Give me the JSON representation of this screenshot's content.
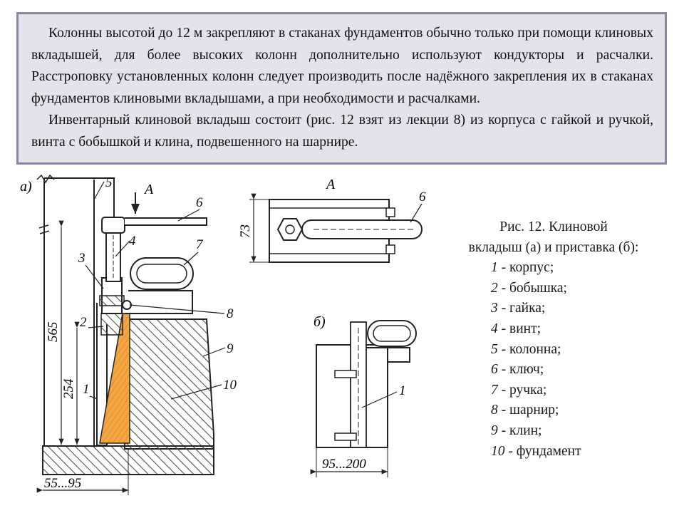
{
  "text_block": {
    "para1": "Колонны высотой до 12 м закрепляют в стаканах фундаментов обычно только при помощи клиновых вкладышей, для более высоких колонн дополнительно используют кондукторы и расчалки. Расстроповку установленных колонн следует производить после надёжного закрепления их в стаканах фундаментов клиновыми вкладышами, а при необходимости и расчалками.",
    "para2": "Инвентарный клиновой вкладыш состоит (рис. 12 взят из лекции 8) из корпуса с гайкой и ручкой, винта с бобышкой и клина, подвешенного на шарнире."
  },
  "figure": {
    "view_a_label": "а)",
    "view_b_label": "б)",
    "section_label": "А",
    "arrow_label": "А",
    "dim_565": "565",
    "dim_254": "254",
    "dim_73": "73",
    "dim_55_95": "55...95",
    "dim_95_200": "95...200",
    "callouts_a": [
      "1",
      "2",
      "3",
      "4",
      "5",
      "6",
      "7",
      "8",
      "9",
      "10"
    ],
    "callout_top_6": "6",
    "callout_b_1": "1"
  },
  "caption": {
    "title_line1": "Рис. 12. Клиновой",
    "title_line2": "вкладыш (а) и приставка (б):",
    "items": [
      {
        "num": "1",
        "text": " - корпус;"
      },
      {
        "num": "2",
        "text": " - бобышка;"
      },
      {
        "num": "3",
        "text": " - гайка;"
      },
      {
        "num": "4",
        "text": " - винт;"
      },
      {
        "num": "5",
        "text": " - колонна;"
      },
      {
        "num": "6",
        "text": " - ключ;"
      },
      {
        "num": "7",
        "text": " - ручка;"
      },
      {
        "num": "8",
        "text": " - шарнир;"
      },
      {
        "num": "9",
        "text": " - клин;"
      },
      {
        "num": "10",
        "text": " - фундамент"
      }
    ]
  },
  "colors": {
    "box_fill": "#e6e2ec",
    "box_border": "#8d84a6",
    "wedge_fill": "#f0a040",
    "hatch": "#444444"
  }
}
